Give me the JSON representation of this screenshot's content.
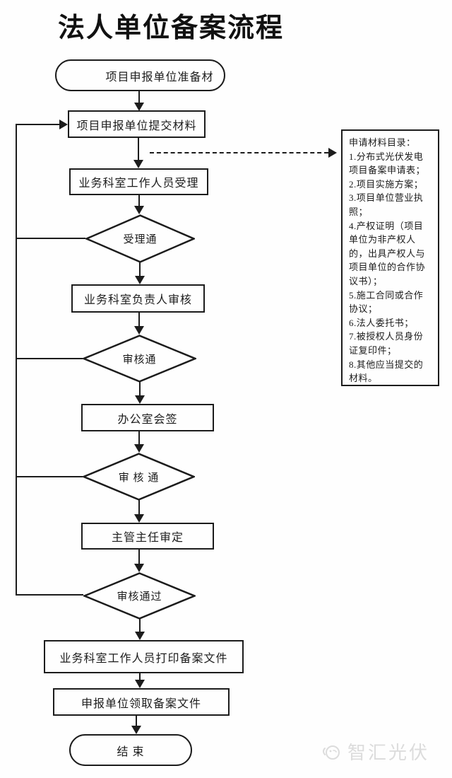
{
  "title": "法人单位备案流程",
  "flowchart": {
    "nodes": [
      {
        "id": "start",
        "type": "terminator",
        "label": "项目申报单位准备材"
      },
      {
        "id": "submit",
        "type": "process",
        "label": "项目申报单位提交材料"
      },
      {
        "id": "accept",
        "type": "process",
        "label": "业务科室工作人员受理"
      },
      {
        "id": "accept-pass",
        "type": "decision",
        "label": "受理通"
      },
      {
        "id": "review",
        "type": "process",
        "label": "业务科室负责人审核"
      },
      {
        "id": "review-pass",
        "type": "decision",
        "label": "审核通"
      },
      {
        "id": "countersign",
        "type": "process",
        "label": "办公室会签"
      },
      {
        "id": "countersign-pass",
        "type": "decision",
        "label": "审 核 通"
      },
      {
        "id": "director",
        "type": "process",
        "label": "主管主任审定"
      },
      {
        "id": "final-pass",
        "type": "decision",
        "label": "审核通过"
      },
      {
        "id": "print",
        "type": "process",
        "label": "业务科室工作人员打印备案文件"
      },
      {
        "id": "receive",
        "type": "process",
        "label": "申报单位领取备案文件"
      },
      {
        "id": "end",
        "type": "terminator",
        "label": "结 束"
      }
    ],
    "materials_panel": {
      "lines": [
        "申请材料目录：",
        "1.分布式光伏发电",
        "项目备案申请表；",
        "2.项目实施方案；",
        "3.项目单位营业执",
        "照；",
        "4.产权证明（项目",
        "单位为非产权人",
        "的，出具产权人与",
        "项目单位的合作协",
        "议书）；",
        "5.施工合同或合作",
        "协议；",
        "6.法人委托书；",
        "7.被授权人员身份",
        "证复印件；",
        "8.其他应当提交的",
        "材料。"
      ]
    }
  },
  "watermark": {
    "text": "智汇光伏"
  },
  "colors": {
    "line": "#1c1c1c",
    "watermark": "#dcdcdc"
  }
}
